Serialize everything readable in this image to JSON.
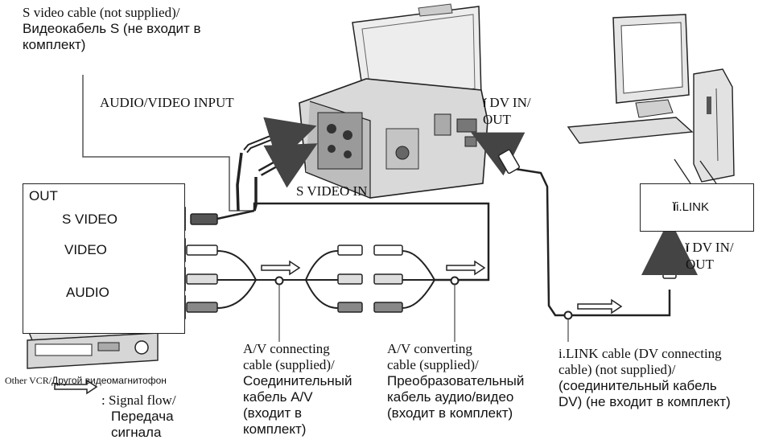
{
  "labels": {
    "s_video_cable": [
      "S video cable (not supplied)/",
      "Видеокабель S (не входит в",
      "комплект)"
    ],
    "audio_video_input": "AUDIO/VIDEO INPUT",
    "dv_in_out_top": [
      "DV IN/",
      "OUT"
    ],
    "s_video_in": "S VIDEO IN",
    "out_panel": {
      "title": "OUT",
      "s_video": "S VIDEO",
      "video": "VIDEO",
      "audio": "AUDIO"
    },
    "i_link_port": "i.LINK",
    "dv_in_out_right": [
      "DV IN/",
      "OUT"
    ],
    "av_connecting_cable": [
      "A/V connecting",
      "cable (supplied)/",
      "Соединительный",
      "кабель A/V",
      "(входит в",
      "комплект)"
    ],
    "av_converting_cable": [
      "A/V converting",
      "cable (supplied)/",
      "Преобразовательный",
      "кабель аудио/видео",
      "(входит в комплект)"
    ],
    "i_link_cable": [
      "i.LINK cable (DV connecting",
      "cable) (not supplied)/",
      "(соединительный кабель",
      "DV) (не входит в комплект)"
    ],
    "other_vcr": [
      "Other VCR/",
      "Другой видеомагнитофон"
    ],
    "signal_flow": [
      ": Signal flow/",
      "Передача",
      "сигнала"
    ]
  },
  "icons": [
    "camcorder-icon",
    "computer-icon",
    "vcr-icon",
    "i-link-logo-icon",
    "signal-flow-arrow-icon",
    "connector-plug-icon"
  ]
}
